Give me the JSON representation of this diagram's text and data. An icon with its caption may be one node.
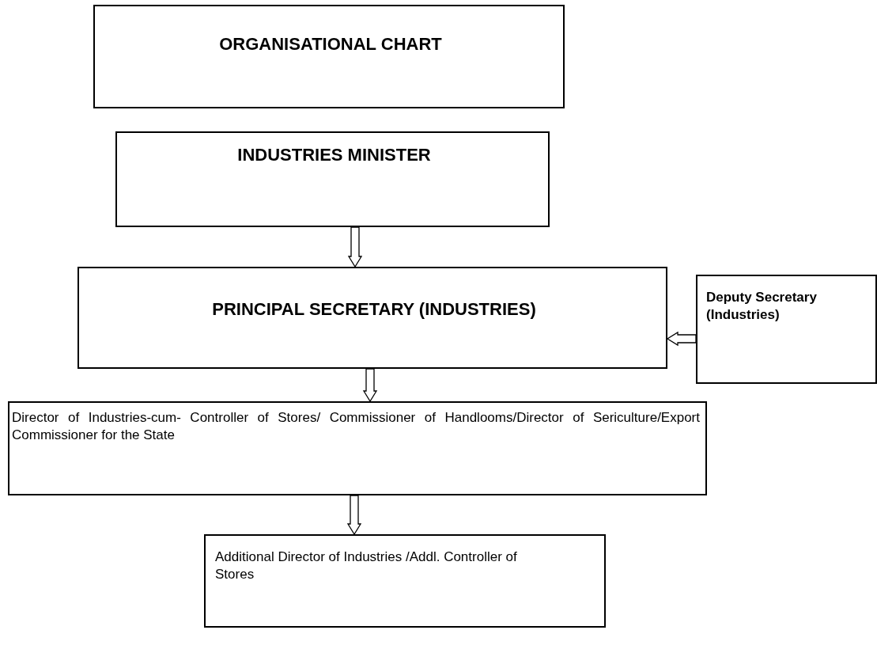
{
  "diagram": {
    "nodes": [
      {
        "text": [
          "ORGANISATIONAL CHART"
        ]
      },
      {
        "text": [
          "INDUSTRIES MINISTER"
        ]
      },
      {
        "text": [
          "PRINCIPAL SECRETARY (INDUSTRIES)"
        ]
      },
      {
        "text": [
          "Deputy Secretary (Industries)"
        ]
      },
      {
        "text": [
          "Director of Industries-cum- Controller of Stores/ Commissioner of Handlooms/Director of Sericulture/Export Commissioner for the State"
        ]
      },
      {
        "text": [
          "Additional Director of Industries /Addl. Controller of Stores"
        ]
      }
    ],
    "edges": [
      {
        "from": 1,
        "to": 2,
        "arrow": "to"
      },
      {
        "from": 3,
        "to": 2,
        "arrow": "to"
      },
      {
        "from": 2,
        "to": 4,
        "arrow": "to"
      },
      {
        "from": 4,
        "to": 5,
        "arrow": "to"
      }
    ]
  }
}
